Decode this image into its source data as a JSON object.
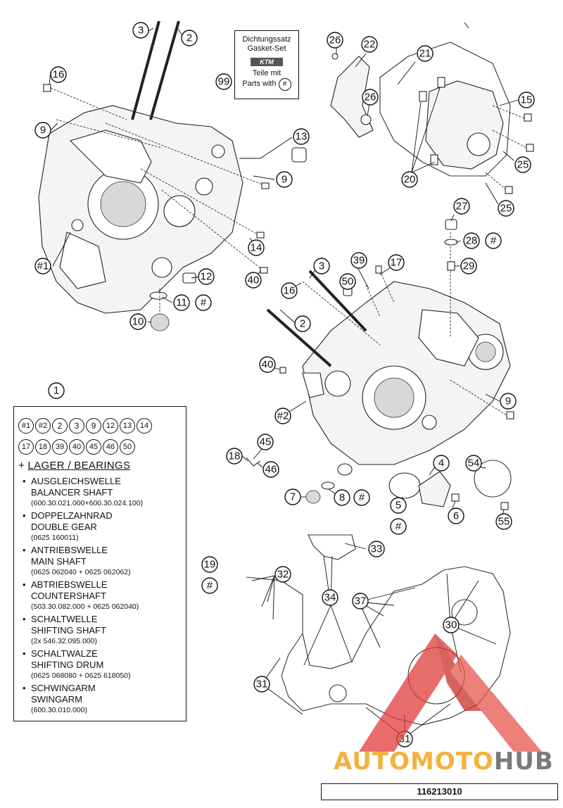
{
  "gasket_kit": {
    "lines": [
      "Dichtungssatz",
      "Gasket-Set",
      "Teile mit",
      "Parts with"
    ],
    "logo_text": "KTM",
    "symbol": "#"
  },
  "callouts": [
    {
      "id": "c3a",
      "label": "3"
    },
    {
      "id": "c2a",
      "label": "2"
    },
    {
      "id": "c99",
      "label": "99"
    },
    {
      "id": "c26a",
      "label": "26"
    },
    {
      "id": "c22",
      "label": "22"
    },
    {
      "id": "c21",
      "label": "21"
    },
    {
      "id": "c16a",
      "label": "16"
    },
    {
      "id": "c26b",
      "label": "26"
    },
    {
      "id": "c15",
      "label": "15"
    },
    {
      "id": "c9a",
      "label": "9"
    },
    {
      "id": "c13",
      "label": "13"
    },
    {
      "id": "c25a",
      "label": "25"
    },
    {
      "id": "c9b",
      "label": "9"
    },
    {
      "id": "c20",
      "label": "20"
    },
    {
      "id": "c25b",
      "label": "25"
    },
    {
      "id": "c27",
      "label": "27"
    },
    {
      "id": "c28",
      "label": "28"
    },
    {
      "id": "c28h",
      "label": "#"
    },
    {
      "id": "c14",
      "label": "14"
    },
    {
      "id": "c1h",
      "label": "#1"
    },
    {
      "id": "c29",
      "label": "29"
    },
    {
      "id": "c12",
      "label": "12"
    },
    {
      "id": "c40a",
      "label": "40"
    },
    {
      "id": "c39",
      "label": "39"
    },
    {
      "id": "c17",
      "label": "17"
    },
    {
      "id": "c3b",
      "label": "3"
    },
    {
      "id": "c50",
      "label": "50"
    },
    {
      "id": "c16b",
      "label": "16"
    },
    {
      "id": "c11",
      "label": "11"
    },
    {
      "id": "c11h",
      "label": "#"
    },
    {
      "id": "c10",
      "label": "10"
    },
    {
      "id": "c2b",
      "label": "2"
    },
    {
      "id": "c40b",
      "label": "40"
    },
    {
      "id": "c1",
      "label": "1"
    },
    {
      "id": "c9c",
      "label": "9"
    },
    {
      "id": "c2h",
      "label": "#2"
    },
    {
      "id": "c45",
      "label": "45"
    },
    {
      "id": "c4",
      "label": "4"
    },
    {
      "id": "c54",
      "label": "54"
    },
    {
      "id": "c18",
      "label": "18"
    },
    {
      "id": "c46",
      "label": "46"
    },
    {
      "id": "c7",
      "label": "7"
    },
    {
      "id": "c8",
      "label": "8"
    },
    {
      "id": "c8h",
      "label": "#"
    },
    {
      "id": "c5",
      "label": "5"
    },
    {
      "id": "c6",
      "label": "6"
    },
    {
      "id": "c55",
      "label": "55"
    },
    {
      "id": "c5h",
      "label": "#"
    },
    {
      "id": "c33",
      "label": "33"
    },
    {
      "id": "c19",
      "label": "19"
    },
    {
      "id": "c19h",
      "label": "#"
    },
    {
      "id": "c32",
      "label": "32"
    },
    {
      "id": "c34",
      "label": "34"
    },
    {
      "id": "c37",
      "label": "37"
    },
    {
      "id": "c30",
      "label": "30"
    },
    {
      "id": "c31a",
      "label": "31"
    },
    {
      "id": "c31b",
      "label": "31"
    }
  ],
  "legend": {
    "row1": [
      "#1",
      "#2",
      "2",
      "3",
      "9",
      "12",
      "13",
      "14"
    ],
    "row2": [
      "17",
      "18",
      "39",
      "40",
      "45",
      "46",
      "50"
    ],
    "title_prefix": "+",
    "title": "LAGER / BEARINGS",
    "items": [
      {
        "de": "AUSGLEICHSWELLE",
        "en": "BALANCER SHAFT",
        "pn": "(600.30.021.000+600.30.024.100)"
      },
      {
        "de": "DOPPELZAHNRAD",
        "en": "DOUBLE GEAR",
        "pn": "(0625 160011)"
      },
      {
        "de": "ANTRIEBSWELLE",
        "en": "MAIN SHAFT",
        "pn": "(0625 062040 + 0625 062062)"
      },
      {
        "de": "ABTRIEBSWELLE",
        "en": "COUNTERSHAFT",
        "pn": "(503.30.082.000 + 0625 062040)"
      },
      {
        "de": "SCHALTWELLE",
        "en": "SHIFTING SHAFT",
        "pn": "(2x 546.32.095.000)"
      },
      {
        "de": "SCHALTWALZE",
        "en": "SHIFTING DRUM",
        "pn": "(0625 068080 + 0625 618050)"
      },
      {
        "de": "SCHWINGARM",
        "en": "SWINGARM",
        "pn": "(600.30.010.000)"
      }
    ]
  },
  "watermark": {
    "part_a": "AUTOMOTO",
    "part_b": "HUB"
  },
  "doc_number": "116213010"
}
